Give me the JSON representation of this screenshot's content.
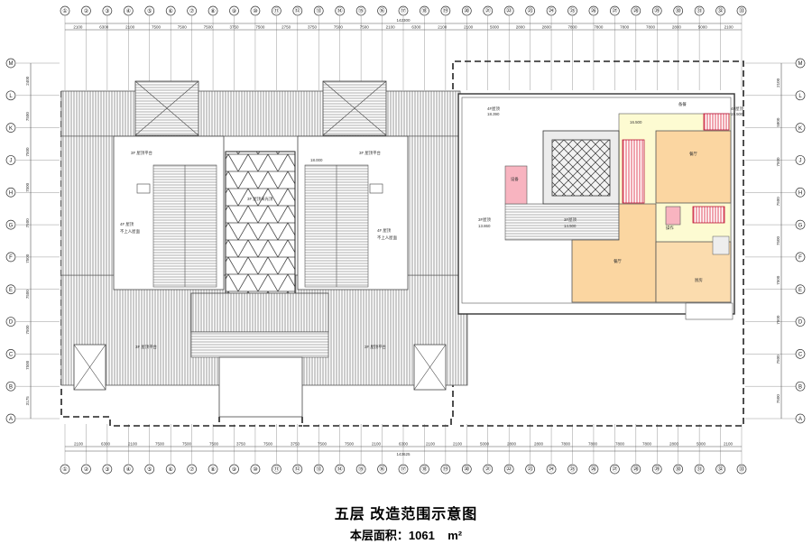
{
  "caption": {
    "title": "五层  改造范围示意图",
    "area_label": "本层面积：",
    "area_value": "1061",
    "area_unit": "m²"
  },
  "grid": {
    "columns": [
      "①",
      "②",
      "③",
      "④",
      "⑤",
      "⑥",
      "⑦",
      "⑧",
      "⑨",
      "⑩",
      "⑪",
      "⑫",
      "⑬",
      "⑭",
      "⑮",
      "⑯",
      "⑰",
      "⑱",
      "⑲",
      "⑳",
      "㉑",
      "㉒",
      "㉓",
      "㉔",
      "㉕",
      "㉖",
      "㉗",
      "㉘",
      "㉙",
      "㉚",
      "㉛",
      "㉜",
      "㉝"
    ],
    "rows": [
      "A",
      "B",
      "C",
      "D",
      "E",
      "F",
      "G",
      "H",
      "J",
      "K",
      "L",
      "M"
    ],
    "top_dims": [
      "2100",
      "6300",
      "2100",
      "7500",
      "7500",
      "7500",
      "3750",
      "7500",
      "2750",
      "3750",
      "7500",
      "7500",
      "2100",
      "6300",
      "2100",
      "2100",
      "5000",
      "2800",
      "2800",
      "7800",
      "7800",
      "7800",
      "7800",
      "2800",
      "5000",
      "2100"
    ],
    "bottom_dims": [
      "2100",
      "6300",
      "2100",
      "7500",
      "7500",
      "7500",
      "3750",
      "7500",
      "3750",
      "7500",
      "7500",
      "2100",
      "6300",
      "2100",
      "2100",
      "5000",
      "2800",
      "2800",
      "7800",
      "7800",
      "7800",
      "7800",
      "2800",
      "5000",
      "2100"
    ],
    "overall_top": "142300",
    "overall_bottom": "143625",
    "left_dims": [
      "3175",
      "7500",
      "7500",
      "7500",
      "7500",
      "7500",
      "7500",
      "7500",
      "7500",
      "2400"
    ],
    "right_dims": [
      "7500",
      "7500",
      "7500",
      "7500",
      "7500",
      "7500",
      "7500",
      "5800",
      "2100"
    ]
  },
  "labels": {
    "roof_platform": "屋顶平台",
    "roof_platform_3f": "3F  屋顶平台",
    "atrium": "3F  屋顶采光顶",
    "roof_no_access_title": "4F  屋顶",
    "roof_no_access": "不上人屋面",
    "roof_4f": "4F屋顶",
    "roof_3f": "3F屋顶",
    "elev_1": "18.390",
    "elev_2": "19.500",
    "elev_3": "13.860",
    "elev_4": "14.500",
    "elev_5": "16.500",
    "elev_6": "18.000",
    "equipment": "设备",
    "restaurant": "餐厅",
    "kitchen": "厨房",
    "serving": "备餐",
    "ops": "操作"
  },
  "colors": {
    "restaurant_fill": "#fbd6a1",
    "kitchen_fill": "#fbdcae",
    "light_yellow": "#fdfbd2",
    "pink": "#f8b4c0",
    "stair_red": "#e04a5e",
    "line": "#333333",
    "gray_band": "#cfcfcf"
  }
}
